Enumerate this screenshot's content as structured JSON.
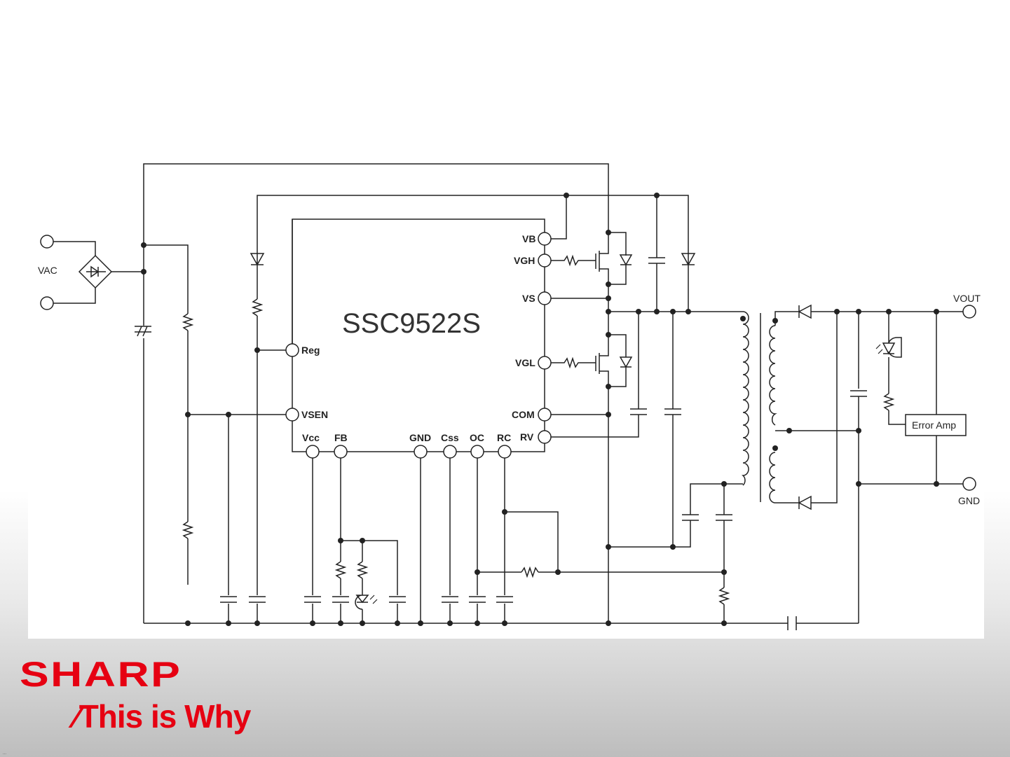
{
  "chip_label": "SSC9522S",
  "pins": {
    "vb": "VB",
    "vgh": "VGH",
    "vs": "VS",
    "vgl": "VGL",
    "com": "COM",
    "rv": "RV",
    "reg": "Reg",
    "vsen": "VSEN",
    "vcc": "Vcc",
    "fb": "FB",
    "gnd": "GND",
    "css": "Css",
    "oc": "OC",
    "rc": "RC"
  },
  "terminals": {
    "vac": "VAC",
    "vout": "VOUT",
    "gnd": "GND"
  },
  "blocks": {
    "error_amp": "Error Amp"
  },
  "brand": {
    "name": "SHARP",
    "tagline": "This is Why",
    "corner": "..."
  },
  "colors": {
    "brand_red": "#e60012",
    "wire": "#222222"
  }
}
